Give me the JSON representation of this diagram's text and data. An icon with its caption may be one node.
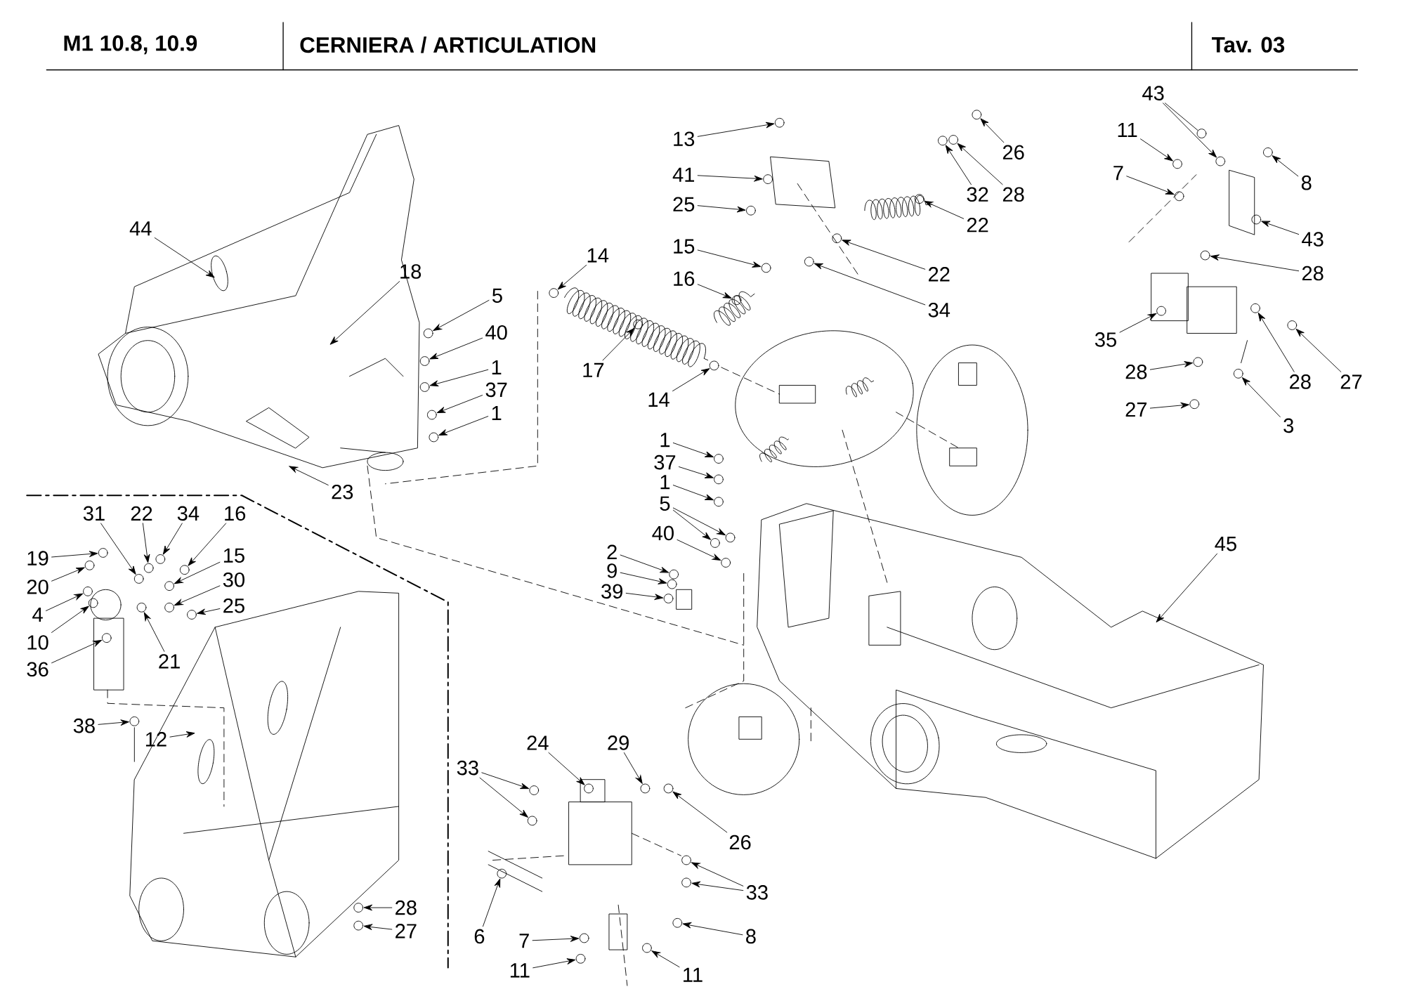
{
  "diagram": {
    "title": "CERNIERA / ARTICULATION",
    "labels": [
      "M1 10.8, 10.9",
      "Tav. 03"
    ],
    "nodes": [
      {
        "text": [
          "44"
        ]
      },
      {
        "text": [
          "18"
        ]
      },
      {
        "text": [
          "5"
        ]
      },
      {
        "text": [
          "40"
        ]
      },
      {
        "text": [
          "1"
        ]
      },
      {
        "text": [
          "37"
        ]
      },
      {
        "text": [
          "1"
        ]
      },
      {
        "text": [
          "23"
        ]
      },
      {
        "text": [
          "13"
        ]
      },
      {
        "text": [
          "41"
        ]
      },
      {
        "text": [
          "25"
        ]
      },
      {
        "text": [
          "15"
        ]
      },
      {
        "text": [
          "16"
        ]
      },
      {
        "text": [
          "14"
        ]
      },
      {
        "text": [
          "17"
        ]
      },
      {
        "text": [
          "14"
        ]
      },
      {
        "text": [
          "26"
        ]
      },
      {
        "text": [
          "32"
        ]
      },
      {
        "text": [
          "28"
        ]
      },
      {
        "text": [
          "22"
        ]
      },
      {
        "text": [
          "22"
        ]
      },
      {
        "text": [
          "34"
        ]
      },
      {
        "text": [
          "43"
        ]
      },
      {
        "text": [
          "11"
        ]
      },
      {
        "text": [
          "7"
        ]
      },
      {
        "text": [
          "8"
        ]
      },
      {
        "text": [
          "43"
        ]
      },
      {
        "text": [
          "28"
        ]
      },
      {
        "text": [
          "35"
        ]
      },
      {
        "text": [
          "28"
        ]
      },
      {
        "text": [
          "27"
        ]
      },
      {
        "text": [
          "28"
        ]
      },
      {
        "text": [
          "3"
        ]
      },
      {
        "text": [
          "27"
        ]
      },
      {
        "text": [
          "1"
        ]
      },
      {
        "text": [
          "37"
        ]
      },
      {
        "text": [
          "1"
        ]
      },
      {
        "text": [
          "5"
        ]
      },
      {
        "text": [
          "40"
        ]
      },
      {
        "text": [
          "2"
        ]
      },
      {
        "text": [
          "9"
        ]
      },
      {
        "text": [
          "39"
        ]
      },
      {
        "text": [
          "45"
        ]
      },
      {
        "text": [
          "31"
        ]
      },
      {
        "text": [
          "22"
        ]
      },
      {
        "text": [
          "34"
        ]
      },
      {
        "text": [
          "16"
        ]
      },
      {
        "text": [
          "19"
        ]
      },
      {
        "text": [
          "15"
        ]
      },
      {
        "text": [
          "20"
        ]
      },
      {
        "text": [
          "30"
        ]
      },
      {
        "text": [
          "4"
        ]
      },
      {
        "text": [
          "25"
        ]
      },
      {
        "text": [
          "10"
        ]
      },
      {
        "text": [
          "21"
        ]
      },
      {
        "text": [
          "36"
        ]
      },
      {
        "text": [
          "38"
        ]
      },
      {
        "text": [
          "12"
        ]
      },
      {
        "text": [
          "33"
        ]
      },
      {
        "text": [
          "24"
        ]
      },
      {
        "text": [
          "29"
        ]
      },
      {
        "text": [
          "26"
        ]
      },
      {
        "text": [
          "33"
        ]
      },
      {
        "text": [
          "6"
        ]
      },
      {
        "text": [
          "7"
        ]
      },
      {
        "text": [
          "11"
        ]
      },
      {
        "text": [
          "11"
        ]
      },
      {
        "text": [
          "8"
        ]
      },
      {
        "text": [
          "28"
        ]
      },
      {
        "text": [
          "27"
        ]
      },
      {
        "text": [],
        "shape": "circle"
      },
      {
        "text": [],
        "shape": "circle"
      },
      {
        "text": [],
        "shape": "circle"
      },
      {
        "text": [],
        "shape": "circle"
      },
      {
        "text": [],
        "shape": "circle"
      },
      {
        "text": [],
        "shape": "circle"
      },
      {
        "text": [],
        "shape": "circle"
      },
      {
        "text": [],
        "shape": "circle"
      },
      {
        "text": [],
        "shape": "circle"
      },
      {
        "text": [],
        "shape": "circle"
      },
      {
        "text": [],
        "shape": "circle"
      },
      {
        "text": [],
        "shape": "circle"
      },
      {
        "text": [],
        "shape": "circle"
      },
      {
        "text": [],
        "shape": "circle"
      },
      {
        "text": [],
        "shape": "circle"
      },
      {
        "text": [],
        "shape": "circle"
      },
      {
        "text": [],
        "shape": "circle"
      },
      {
        "text": [],
        "shape": "circle"
      },
      {
        "text": [],
        "shape": "circle"
      },
      {
        "text": [],
        "shape": "circle"
      },
      {
        "text": [],
        "shape": "circle"
      },
      {
        "text": [],
        "shape": "circle"
      },
      {
        "text": [],
        "shape": "circle"
      },
      {
        "text": [],
        "shape": "circle"
      },
      {
        "text": [],
        "shape": "circle"
      },
      {
        "text": [],
        "shape": "circle"
      },
      {
        "text": [],
        "shape": "circle"
      },
      {
        "text": [],
        "shape": "circle"
      },
      {
        "text": [],
        "shape": "circle"
      },
      {
        "text": [],
        "shape": "circle"
      },
      {
        "text": [],
        "shape": "circle"
      },
      {
        "text": [],
        "shape": "circle"
      },
      {
        "text": [],
        "shape": "circle"
      },
      {
        "text": [],
        "shape": "circle"
      },
      {
        "text": [],
        "shape": "circle"
      },
      {
        "text": [],
        "shape": "circle"
      },
      {
        "text": [],
        "shape": "circle"
      },
      {
        "text": [],
        "shape": "circle"
      },
      {
        "text": [],
        "shape": "circle"
      },
      {
        "text": [],
        "shape": "circle"
      },
      {
        "text": [],
        "shape": "circle"
      },
      {
        "text": [],
        "shape": "circle"
      },
      {
        "text": [],
        "shape": "circle"
      },
      {
        "text": [],
        "shape": "circle"
      },
      {
        "text": [],
        "shape": "circle"
      },
      {
        "text": [],
        "shape": "circle"
      },
      {
        "text": [],
        "shape": "circle"
      },
      {
        "text": [],
        "shape": "circle"
      },
      {
        "text": [],
        "shape": "circle"
      },
      {
        "text": [],
        "shape": "circle"
      },
      {
        "text": [],
        "shape": "circle"
      },
      {
        "text": [],
        "shape": "circle"
      },
      {
        "text": [],
        "shape": "circle"
      },
      {
        "text": [],
        "shape": "circle"
      },
      {
        "text": [],
        "shape": "circle"
      },
      {
        "text": [],
        "shape": "circle"
      },
      {
        "text": [],
        "shape": "circle"
      },
      {
        "text": [],
        "shape": "circle"
      },
      {
        "text": [],
        "shape": "circle"
      },
      {
        "text": [],
        "shape": "circle"
      },
      {
        "text": [],
        "shape": "circle"
      },
      {
        "text": [],
        "shape": "circle"
      },
      {
        "text": [],
        "shape": "circle"
      },
      {
        "text": [],
        "shape": "circle"
      },
      {
        "text": [],
        "shape": "circle"
      },
      {
        "text": [],
        "shape": "circle"
      },
      {
        "text": [],
        "shape": "circle"
      },
      {
        "text": [],
        "shape": "circle"
      },
      {
        "text": [],
        "shape": "circle"
      }
    ],
    "edges": [
      {
        "from": 0,
        "to": null,
        "arrow": "to"
      },
      {
        "from": 1,
        "to": null,
        "arrow": "to"
      },
      {
        "from": 2,
        "to": 70,
        "arrow": "to"
      },
      {
        "from": 3,
        "to": 71,
        "arrow": "to"
      },
      {
        "from": 4,
        "to": 72,
        "arrow": "to"
      },
      {
        "from": 5,
        "to": 73,
        "arrow": "to"
      },
      {
        "from": 6,
        "to": 74,
        "arrow": "to"
      },
      {
        "from": 7,
        "to": null,
        "arrow": "to"
      },
      {
        "from": 8,
        "to": 75,
        "arrow": "to"
      },
      {
        "from": 9,
        "to": 76,
        "arrow": "to"
      },
      {
        "from": 10,
        "to": 77,
        "arrow": "to"
      },
      {
        "from": 11,
        "to": 78,
        "arrow": "to"
      },
      {
        "from": 12,
        "to": 79,
        "arrow": "to"
      },
      {
        "from": 13,
        "to": 80,
        "arrow": "to"
      },
      {
        "from": 14,
        "to": 81,
        "arrow": "to"
      },
      {
        "from": 15,
        "to": 82,
        "arrow": "to"
      },
      {
        "from": 16,
        "to": 83,
        "arrow": "to"
      },
      {
        "from": 17,
        "to": 84,
        "arrow": "to"
      },
      {
        "from": 18,
        "to": 85,
        "arrow": "to"
      },
      {
        "from": 19,
        "to": 86,
        "arrow": "to"
      },
      {
        "from": 20,
        "to": 87,
        "arrow": "to"
      },
      {
        "from": 21,
        "to": 88,
        "arrow": "to"
      },
      {
        "from": 22,
        "to": 89,
        "arrow": "to"
      },
      {
        "from": 22,
        "to": 90,
        "arrow": "none"
      },
      {
        "from": 23,
        "to": 91,
        "arrow": "to"
      },
      {
        "from": 24,
        "to": 92,
        "arrow": "to"
      },
      {
        "from": 25,
        "to": 93,
        "arrow": "to"
      },
      {
        "from": 26,
        "to": 94,
        "arrow": "to"
      },
      {
        "from": 27,
        "to": 95,
        "arrow": "to"
      },
      {
        "from": 28,
        "to": 96,
        "arrow": "to"
      },
      {
        "from": 29,
        "to": 97,
        "arrow": "to"
      },
      {
        "from": 30,
        "to": 98,
        "arrow": "to"
      },
      {
        "from": 31,
        "to": 99,
        "arrow": "to"
      },
      {
        "from": 32,
        "to": 100,
        "arrow": "to"
      },
      {
        "from": 33,
        "to": 101,
        "arrow": "to"
      },
      {
        "from": 34,
        "to": 102,
        "arrow": "to"
      },
      {
        "from": 35,
        "to": 103,
        "arrow": "to"
      },
      {
        "from": 36,
        "to": 104,
        "arrow": "to"
      },
      {
        "from": 37,
        "to": 105,
        "arrow": "to"
      },
      {
        "from": 37,
        "to": 106,
        "arrow": "to"
      },
      {
        "from": 38,
        "to": 107,
        "arrow": "to"
      },
      {
        "from": 39,
        "to": 108,
        "arrow": "to"
      },
      {
        "from": 40,
        "to": 109,
        "arrow": "to"
      },
      {
        "from": 41,
        "to": 110,
        "arrow": "to"
      },
      {
        "from": 42,
        "to": null,
        "arrow": "to"
      },
      {
        "from": 43,
        "to": 111,
        "arrow": "to"
      },
      {
        "from": 44,
        "to": 112,
        "arrow": "to"
      },
      {
        "from": 45,
        "to": 113,
        "arrow": "to"
      },
      {
        "from": 46,
        "to": 114,
        "arrow": "to"
      },
      {
        "from": 47,
        "to": 115,
        "arrow": "to"
      },
      {
        "from": 48,
        "to": 116,
        "arrow": "to"
      },
      {
        "from": 49,
        "to": 117,
        "arrow": "to"
      },
      {
        "from": 50,
        "to": 118,
        "arrow": "to"
      },
      {
        "from": 51,
        "to": 119,
        "arrow": "to"
      },
      {
        "from": 52,
        "to": 120,
        "arrow": "to"
      },
      {
        "from": 53,
        "to": 121,
        "arrow": "to"
      },
      {
        "from": 54,
        "to": 122,
        "arrow": "to"
      },
      {
        "from": 55,
        "to": 123,
        "arrow": "to"
      },
      {
        "from": 56,
        "to": 124,
        "arrow": "to"
      },
      {
        "from": 57,
        "to": null,
        "arrow": "to"
      },
      {
        "from": 58,
        "to": 125,
        "arrow": "to"
      },
      {
        "from": 58,
        "to": 126,
        "arrow": "to"
      },
      {
        "from": 59,
        "to": 127,
        "arrow": "to"
      },
      {
        "from": 60,
        "to": 128,
        "arrow": "to"
      },
      {
        "from": 61,
        "to": 129,
        "arrow": "to"
      },
      {
        "from": 62,
        "to": 130,
        "arrow": "to"
      },
      {
        "from": 62,
        "to": 131,
        "arrow": "to"
      },
      {
        "from": 63,
        "to": 132,
        "arrow": "to"
      },
      {
        "from": 64,
        "to": 133,
        "arrow": "to"
      },
      {
        "from": 65,
        "to": 134,
        "arrow": "to"
      },
      {
        "from": 66,
        "to": 135,
        "arrow": "to"
      },
      {
        "from": 67,
        "to": 136,
        "arrow": "to"
      },
      {
        "from": 68,
        "to": 137,
        "arrow": "to"
      },
      {
        "from": 69,
        "to": 138,
        "arrow": "to"
      }
    ]
  }
}
